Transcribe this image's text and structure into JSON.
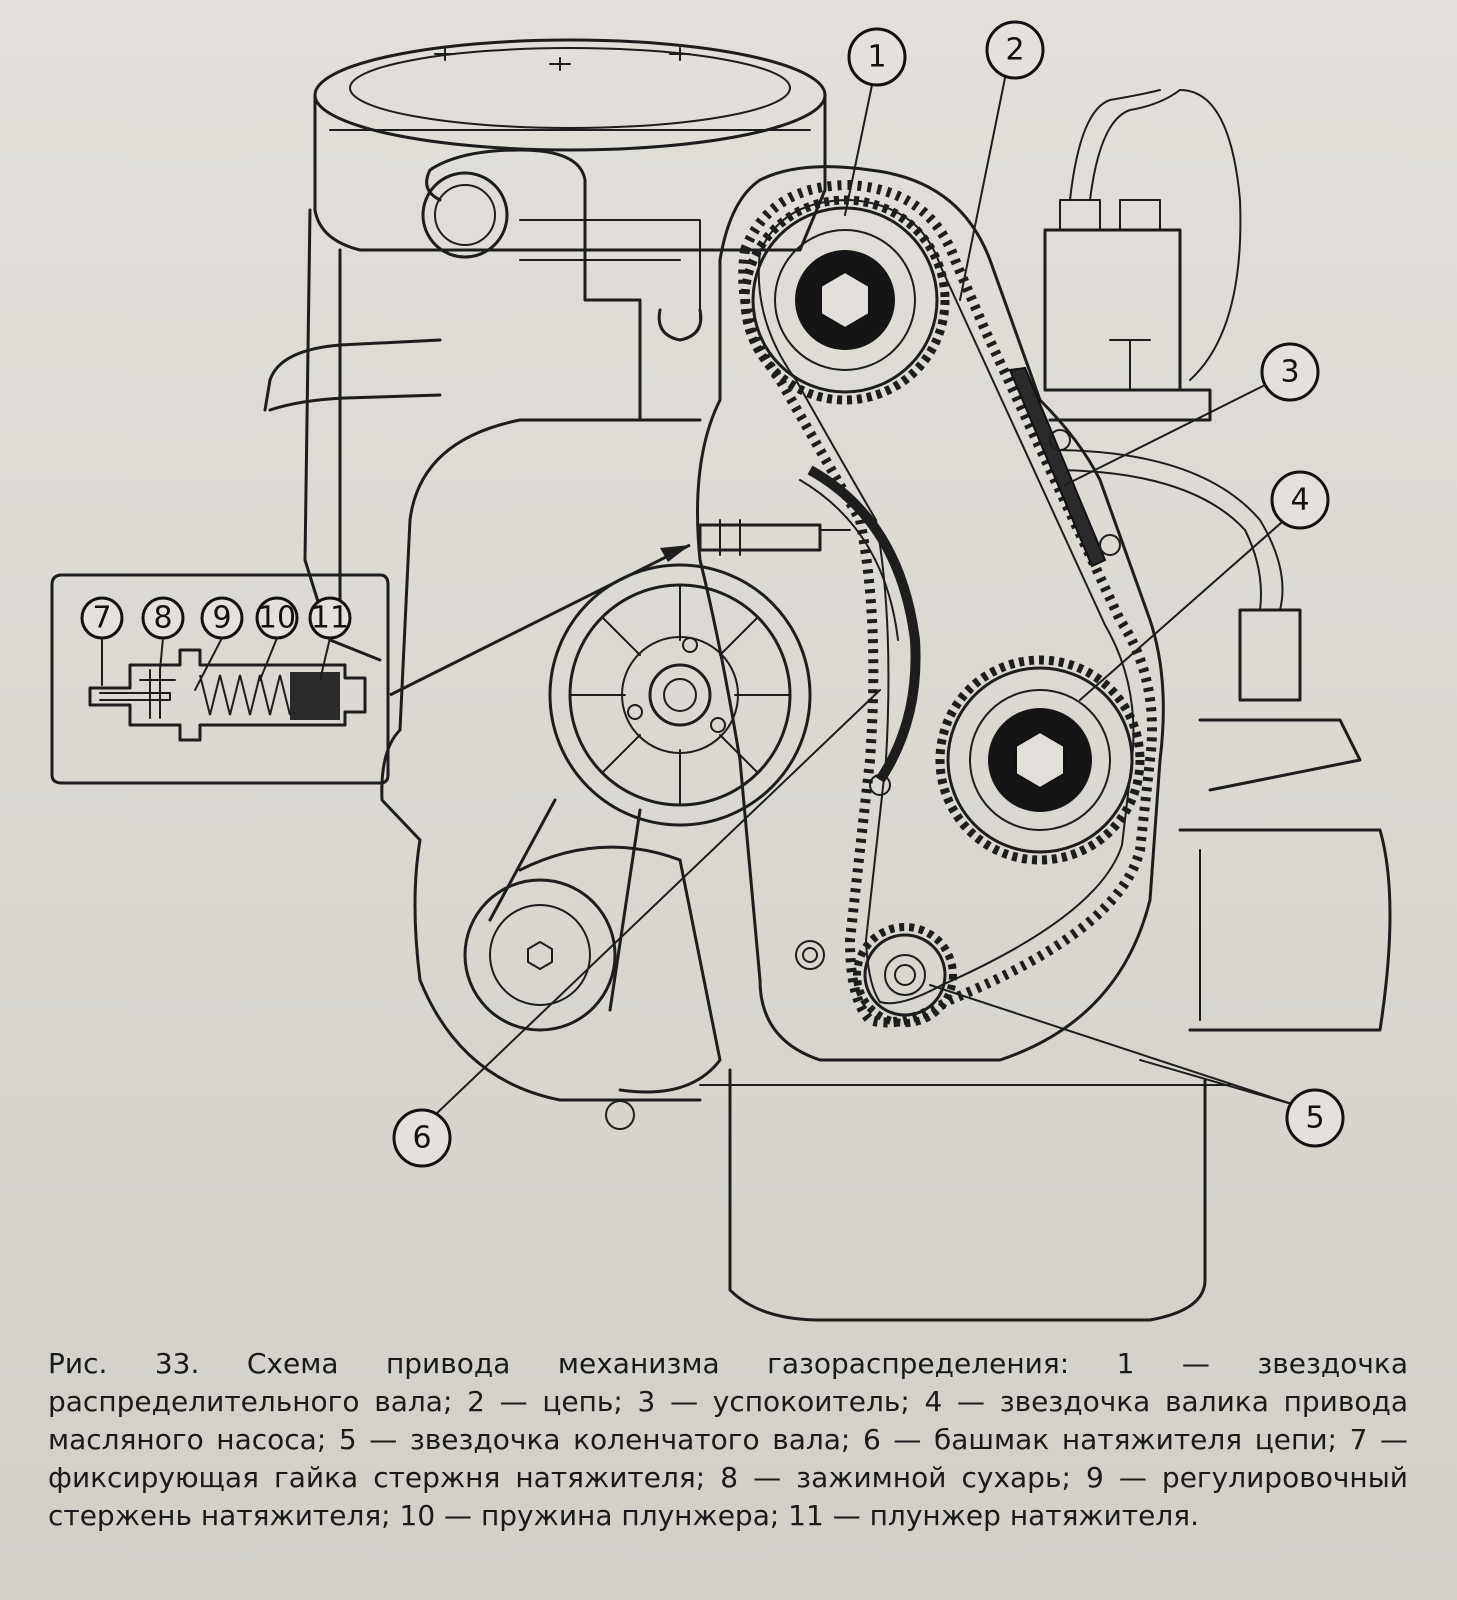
{
  "figure": {
    "caption": "Рис. 33. Схема привода механизма газораспределения: 1 — звездочка распределительного вала; 2 — цепь; 3 — успокоитель; 4 — звездочка валика привода масляного насоса; 5 — звездочка коленчатого вала; 6 — башмак натяжителя цепи; 7 — фиксирующая гайка стержня натяжителя; 8 — зажимной сухарь; 9 — регулировочный стержень натяжителя; 10 — пружина плунжера; 11 — плунжер натяжителя."
  },
  "callouts": [
    {
      "id": "1",
      "label": "1"
    },
    {
      "id": "2",
      "label": "2"
    },
    {
      "id": "3",
      "label": "3"
    },
    {
      "id": "4",
      "label": "4"
    },
    {
      "id": "5",
      "label": "5"
    },
    {
      "id": "6",
      "label": "6"
    }
  ],
  "inset_callouts": [
    {
      "id": "7",
      "label": "7"
    },
    {
      "id": "8",
      "label": "8"
    },
    {
      "id": "9",
      "label": "9"
    },
    {
      "id": "10",
      "label": "10"
    },
    {
      "id": "11",
      "label": "11"
    }
  ],
  "colors": {
    "ink": "#1d1d1d",
    "paper": "#dcd9d3"
  }
}
